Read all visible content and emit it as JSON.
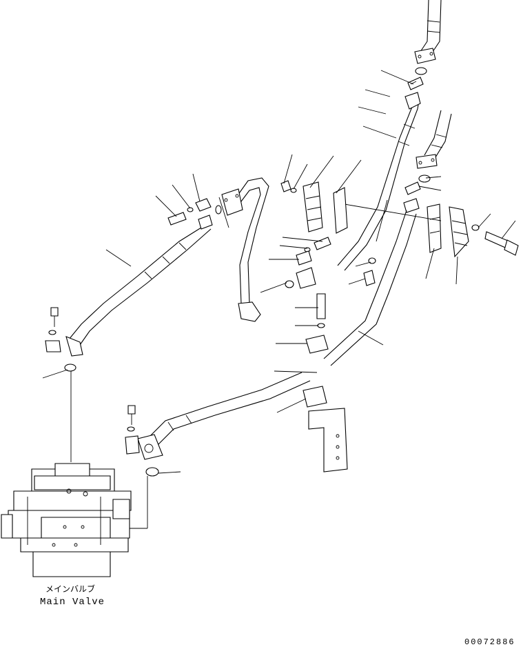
{
  "main_valve": {
    "label_jp": "メインバルブ",
    "label_en": "Main Valve"
  },
  "document_number": "00072886"
}
